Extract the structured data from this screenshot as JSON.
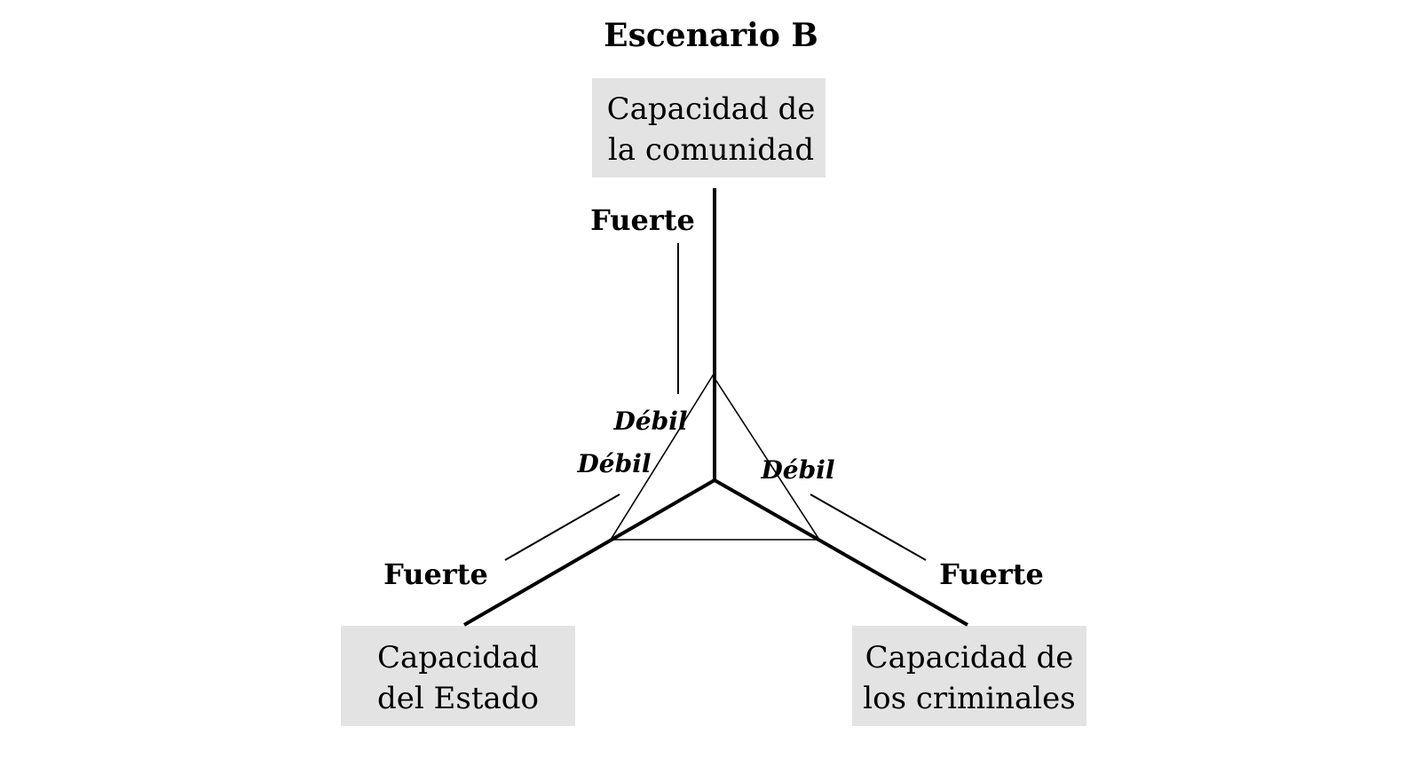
{
  "title": "Escenario B",
  "colors": {
    "box_fill": "#e3e3e3",
    "line": "#000000",
    "text": "#111111"
  },
  "axes": {
    "community": {
      "label_lines": [
        "Capacidad de",
        "la comunidad"
      ],
      "strong_label": "Fuerte",
      "weak_label": "Débil"
    },
    "state": {
      "label_lines": [
        "Capacidad",
        "del Estado"
      ],
      "strong_label": "Fuerte",
      "weak_label": "Débil"
    },
    "criminals": {
      "label_lines": [
        "Capacidad de",
        "los criminales"
      ],
      "strong_label": "Fuerte",
      "weak_label": "Débil"
    }
  }
}
